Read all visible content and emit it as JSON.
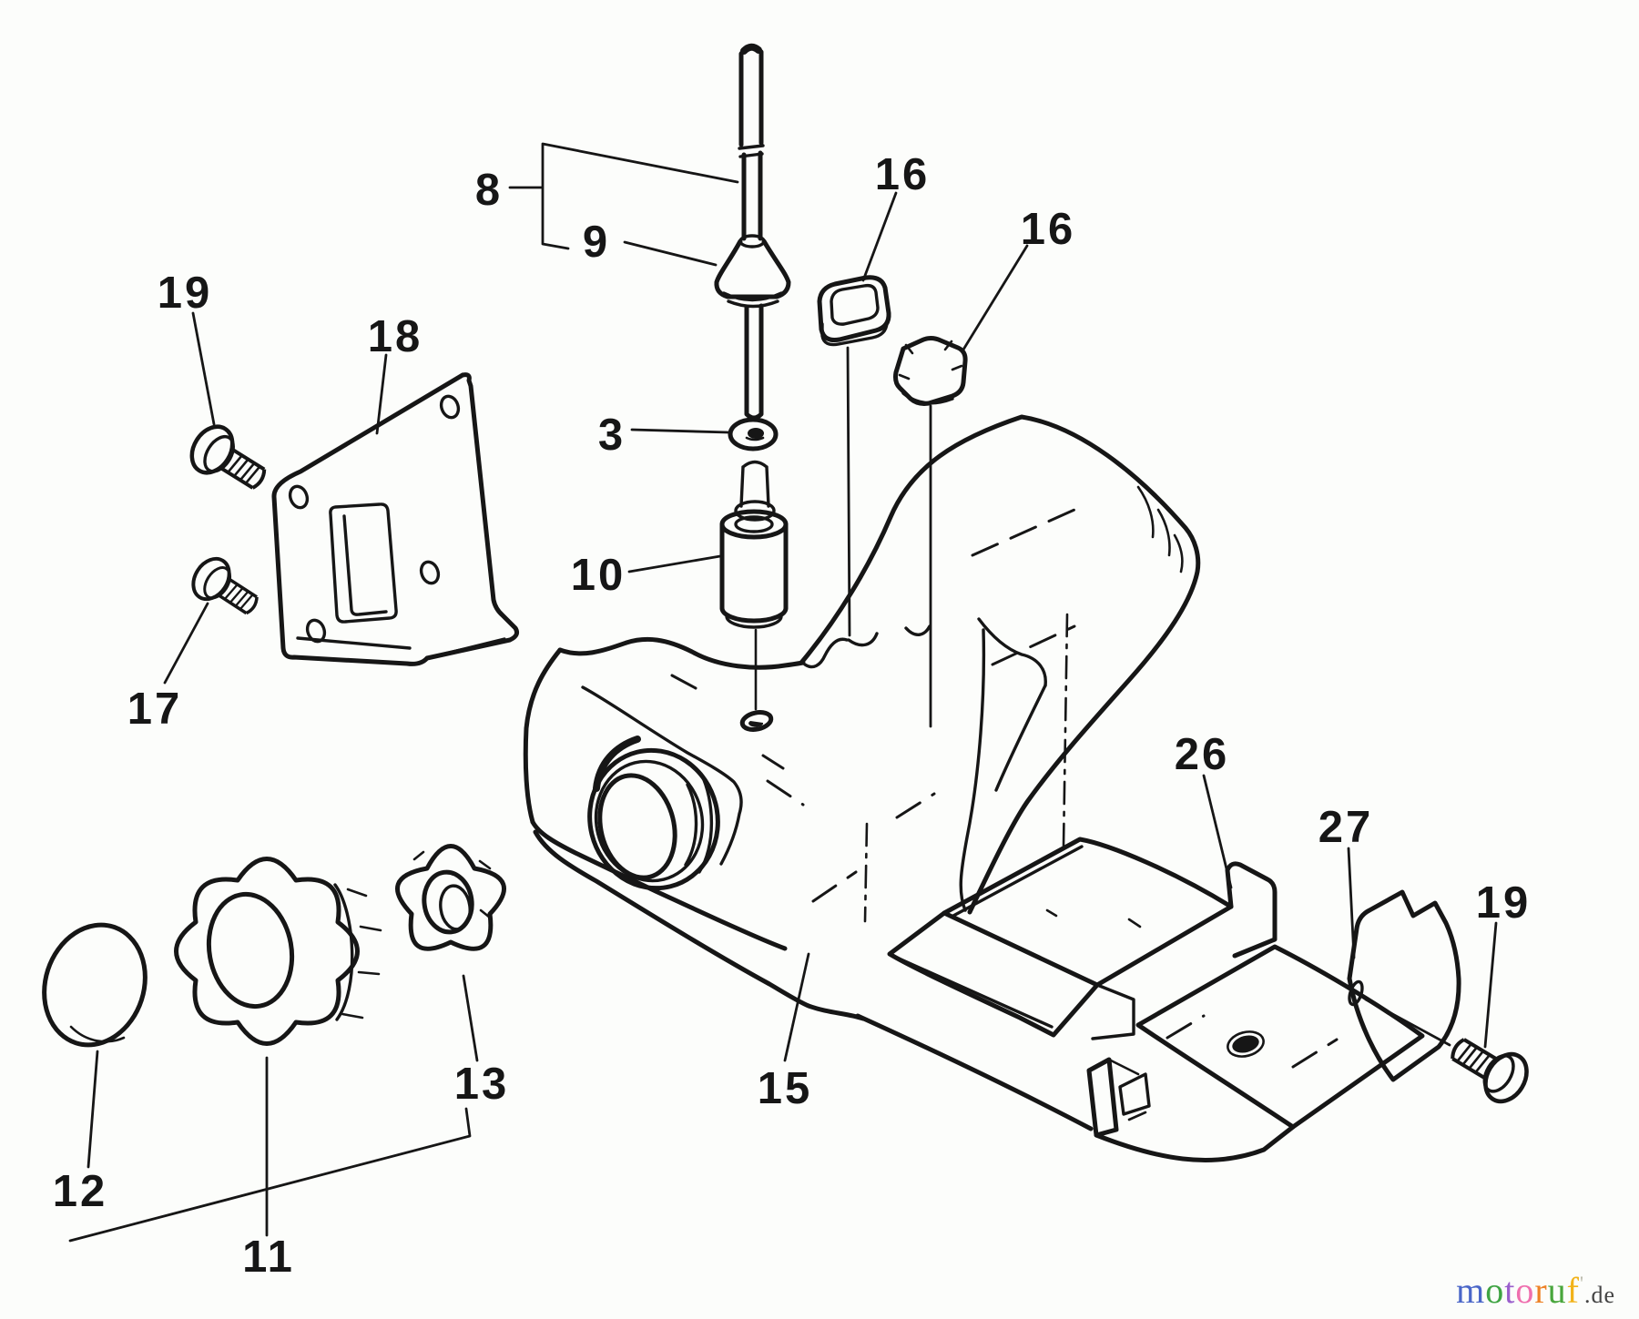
{
  "page": {
    "background": "#fcfdfb",
    "ink": "#161616"
  },
  "diagram": {
    "labels": {
      "l8": "8",
      "l9": "9",
      "l3": "3",
      "l10": "10",
      "l16a": "16",
      "l16b": "16",
      "l19tl": "19",
      "l18": "18",
      "l17": "17",
      "l15": "15",
      "l12": "12",
      "l11": "11",
      "l13": "13",
      "l26": "26",
      "l27": "27",
      "l19r": "19"
    }
  },
  "watermark": {
    "word": "motoruf",
    "tld": ".de",
    "accent": "'",
    "letters": [
      {
        "ch": "m",
        "color": "#4a66c8"
      },
      {
        "ch": "o",
        "color": "#3fa443"
      },
      {
        "ch": "t",
        "color": "#9a5ecc"
      },
      {
        "ch": "o",
        "color": "#ef6fae"
      },
      {
        "ch": "r",
        "color": "#ee8227"
      },
      {
        "ch": "u",
        "color": "#49a63c"
      },
      {
        "ch": "f",
        "color": "#f2b219"
      }
    ]
  }
}
